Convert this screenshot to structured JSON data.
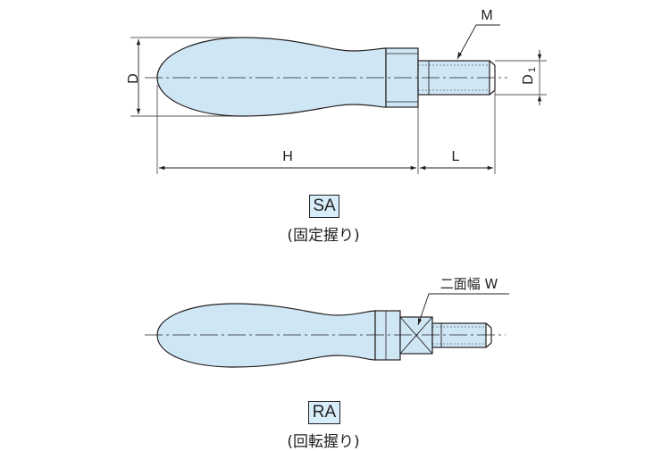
{
  "colors": {
    "fill": "#cfe7f5",
    "line": "#231f20",
    "label_bg": "#d7eefa"
  },
  "sa": {
    "dims": {
      "d": "D",
      "d1": "D",
      "d1_sub": "1",
      "h": "H",
      "l": "L",
      "m": "M"
    },
    "code": "SA",
    "caption": "(固定握り)"
  },
  "ra": {
    "dims": {
      "w": "二面幅 W"
    },
    "code": "RA",
    "caption": "(回転握り)"
  }
}
